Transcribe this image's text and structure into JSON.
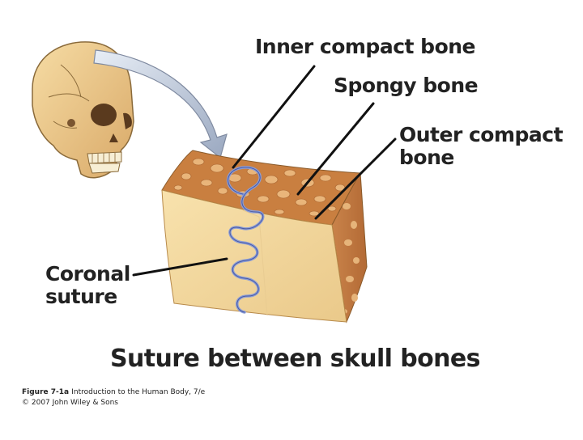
{
  "labels": {
    "inner_compact": "Inner compact bone",
    "spongy": "Spongy bone",
    "outer_compact_line1": "Outer compact",
    "outer_compact_line2": "bone",
    "coronal_line1": "Coronal",
    "coronal_line2": "suture"
  },
  "heading": "Suture between skull bones",
  "caption": {
    "figure": "Figure 7-1a",
    "source": "Introduction to the Human Body, 7/e",
    "copyright": "© 2007 John Wiley & Sons"
  },
  "colors": {
    "bone_face": "#f4d9a0",
    "bone_top": "#d08a4a",
    "suture_line": "#8a9cd8",
    "arrow": "#b9c4d6",
    "leader": "#111111"
  }
}
